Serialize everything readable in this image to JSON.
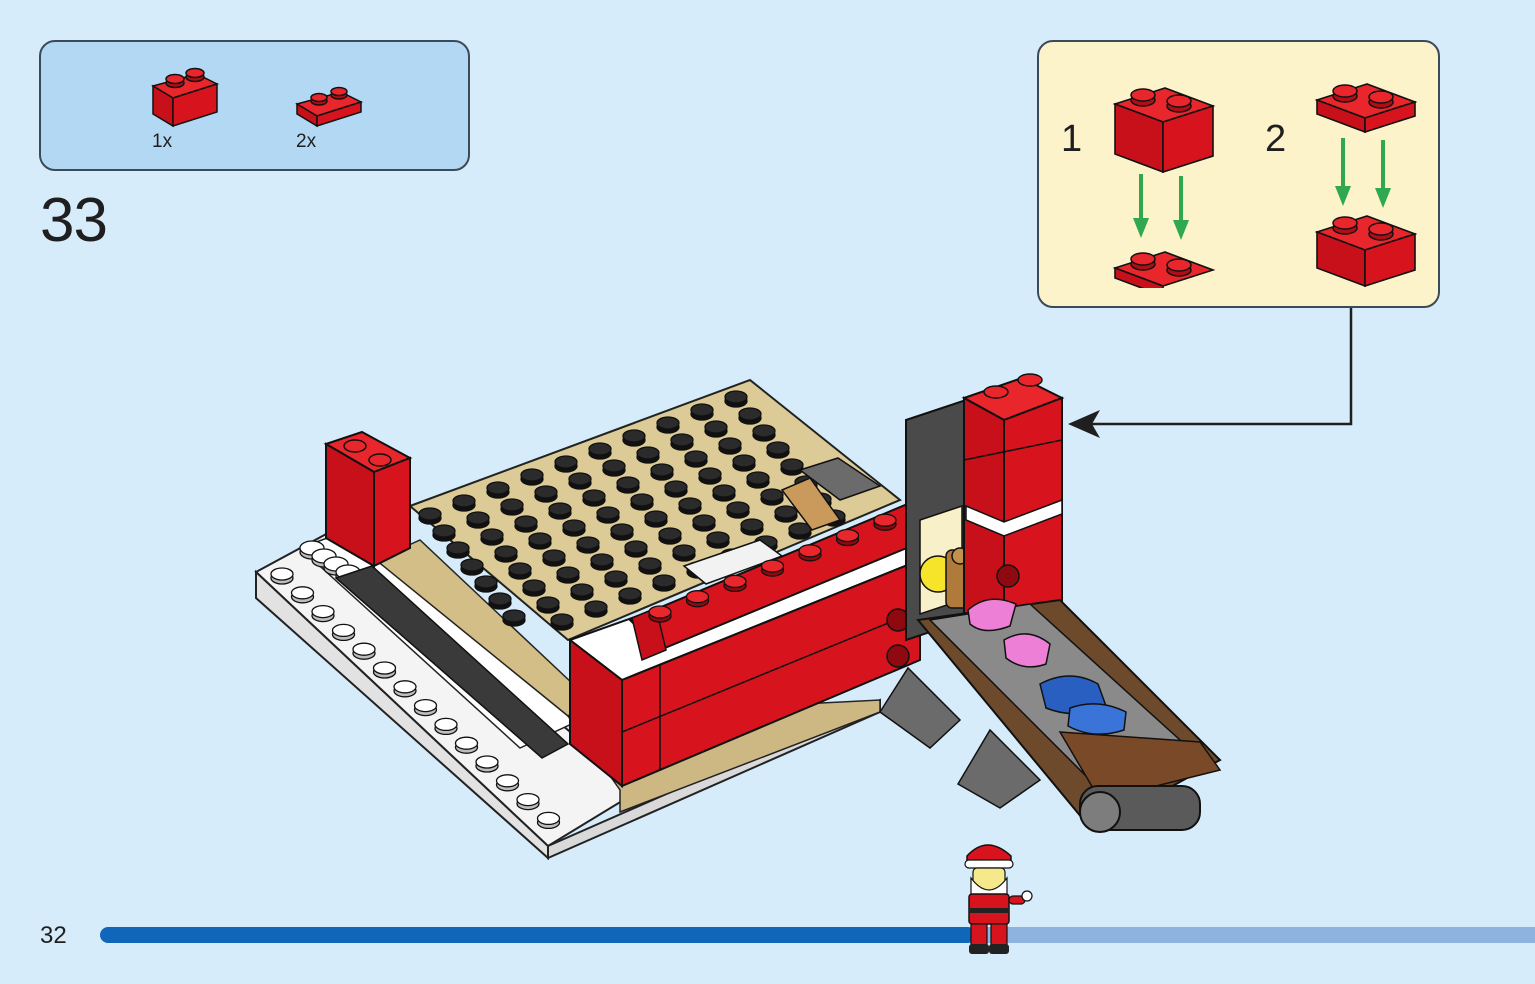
{
  "page": {
    "number": "32",
    "step": "33"
  },
  "parts": [
    {
      "icon": "red-brick-1x2-icon",
      "qty": "1x"
    },
    {
      "icon": "red-plate-1x2-icon",
      "qty": "2x"
    }
  ],
  "callout": {
    "substeps": [
      {
        "number": "1",
        "description_icon": "brick-onto-plate-icon"
      },
      {
        "number": "2",
        "description_icon": "plate-onto-brick-icon"
      }
    ]
  },
  "progress": {
    "fraction": 0.61
  },
  "colors": {
    "background": "#d6ecfa",
    "parts_box": "#b3d8f4",
    "callout_box": "#fdf3cb",
    "brick_red": "#d7131d",
    "progress_fill": "#1066b8",
    "progress_track": "#8eb3df",
    "arrow_green": "#2fa84f"
  }
}
